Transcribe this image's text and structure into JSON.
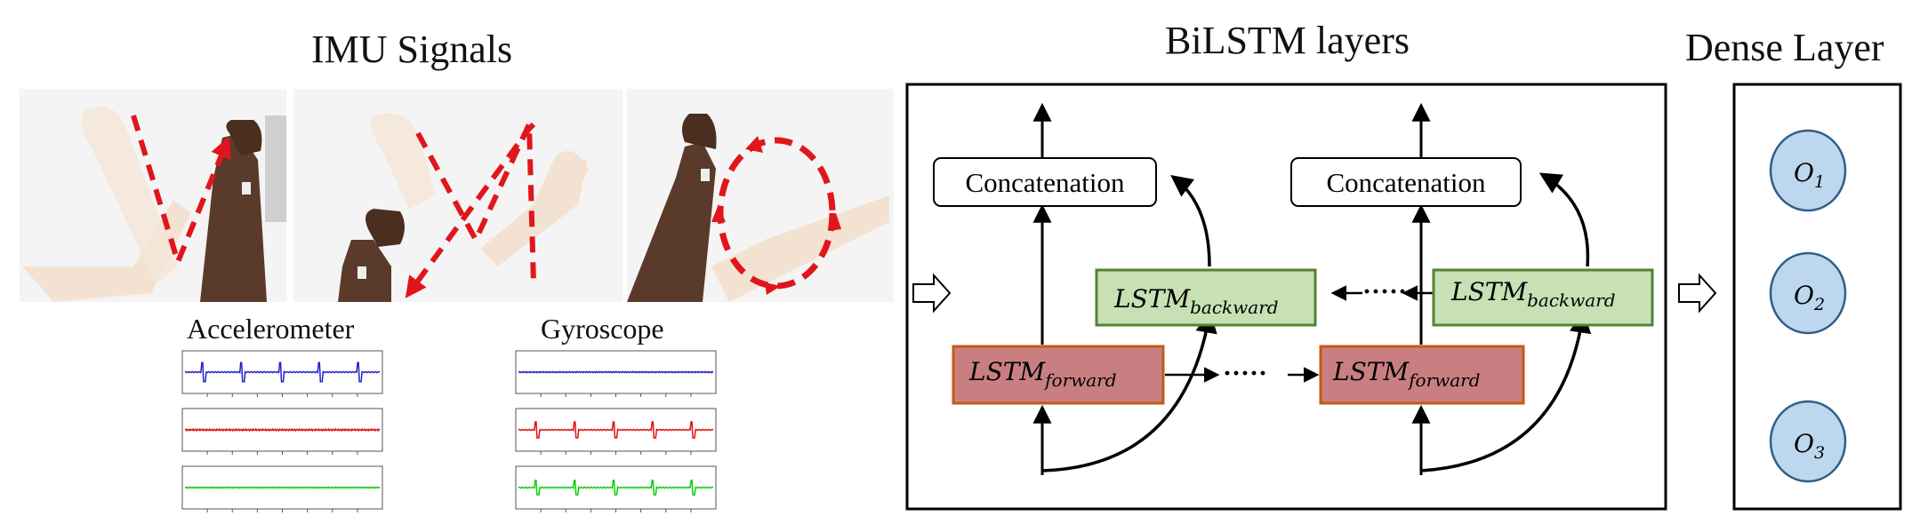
{
  "headers": {
    "imu": "IMU Signals",
    "bilstm": "BiLSTM layers",
    "dense": "Dense Layer"
  },
  "sensors": {
    "accelerometer": "Accelerometer",
    "gyroscope": "Gyroscope"
  },
  "gestures": [
    {
      "name": "v-shape-gesture"
    },
    {
      "name": "zigzag-gesture"
    },
    {
      "name": "circle-gesture"
    }
  ],
  "bilstm": {
    "concat_label": "Concatenation",
    "forward_base": "LSTM",
    "forward_sub": "forward",
    "backward_base": "LSTM",
    "backward_sub": "backward",
    "ellipsis": "·····"
  },
  "dense": {
    "outputs": [
      {
        "base": "O",
        "sub": "1"
      },
      {
        "base": "O",
        "sub": "2"
      },
      {
        "base": "O",
        "sub": "3"
      }
    ]
  },
  "colors": {
    "forward_fill": "#c97f82",
    "forward_stroke": "#c55a11",
    "backward_fill": "#c7e0b4",
    "backward_stroke": "#548235",
    "node_fill": "#bdd7ee",
    "node_stroke": "#2e5f8a",
    "gesture_arrow": "#e0161c",
    "accel_trace": "#2222cc",
    "gyro_trace_red": "#dd1111",
    "gyro_trace_green": "#11cc11"
  }
}
